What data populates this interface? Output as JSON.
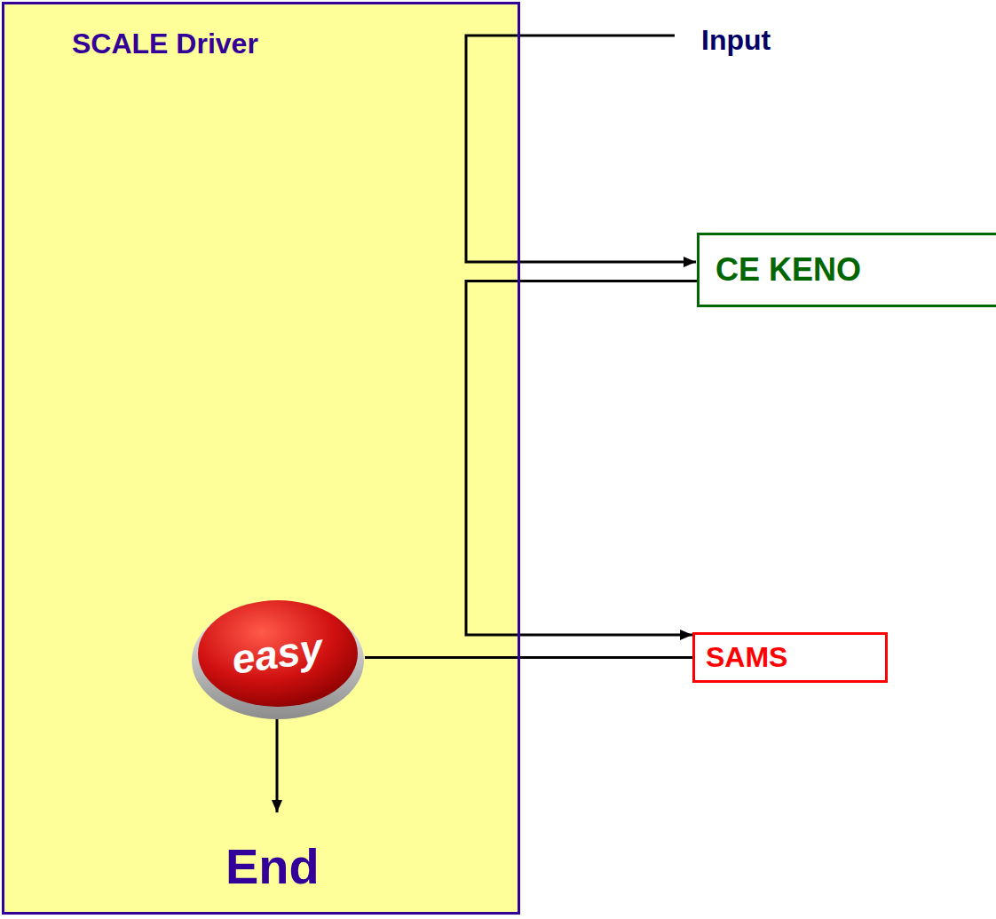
{
  "diagram": {
    "nodes": [
      {
        "text": [
          "SCALE Driver"
        ]
      },
      {
        "text": [
          "easy"
        ],
        "in": 0
      },
      {
        "text": [
          "CE KENO"
        ]
      },
      {
        "text": [
          "SAMS"
        ]
      }
    ],
    "edges": [
      {
        "from": 2,
        "to": 3,
        "arrow": "to"
      },
      {
        "from": 1,
        "to": 3,
        "arrow": "none"
      }
    ],
    "labels": [
      "Input",
      "End"
    ]
  }
}
